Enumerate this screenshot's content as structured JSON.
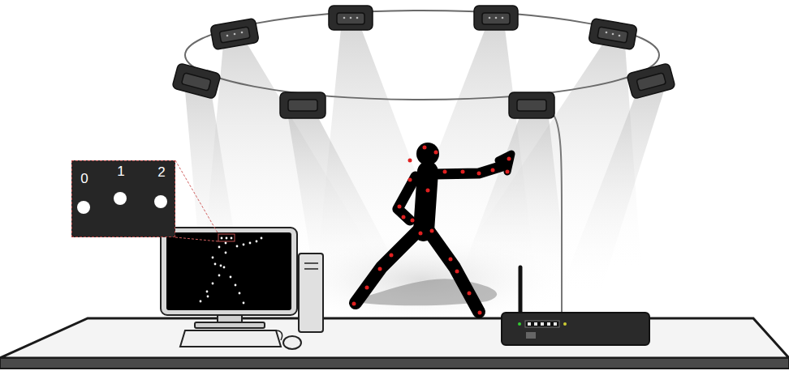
{
  "diagram": {
    "nodes": [
      {
        "text": [
          "0",
          "1",
          "2"
        ]
      }
    ]
  }
}
